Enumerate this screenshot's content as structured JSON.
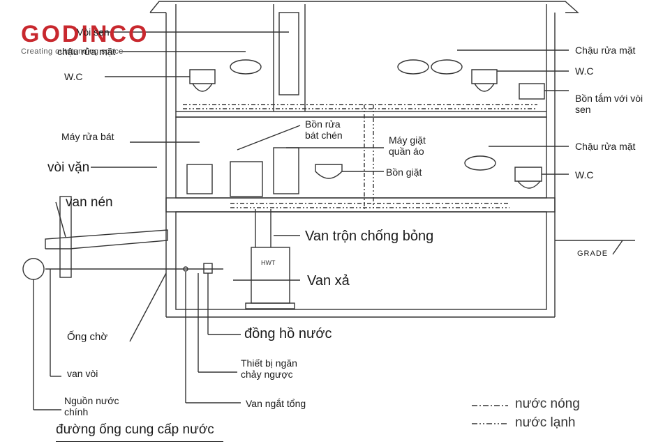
{
  "logo": {
    "brand": "GODINCO",
    "tagline": "Creating outstanding space"
  },
  "labels": {
    "voi_sen_top": "Vòi sen",
    "chau_rua_mat_top_left": "chậu rửa mặt",
    "wc_top_left": "W.C",
    "chau_rua_mat_top_right": "Chậu rửa mặt",
    "wc_top_right": "W.C",
    "bon_tam": "Bồn tắm với vòi sen",
    "may_rua_bat": "Máy rửa bát",
    "bon_rua_bat_chen": "Bồn rửa bát chén",
    "may_giat": "Máy giặt quần áo",
    "bon_giat": "Bồn giặt",
    "chau_rua_mat_mid": "Chậu rửa mặt",
    "wc_mid": "W.C",
    "voi_van": "vòi vặn",
    "van_nen": "van nén",
    "van_tron": "Van trộn chống bỏng",
    "hwt": "HWT",
    "van_xa": "Van xả",
    "grade": "GRADE",
    "ong_cho": "Ống chờ",
    "dong_ho_nuoc": "đồng hồ nước",
    "thiet_bi_ngan": "Thiết bị ngăn chảy ngược",
    "van_voi": "van vòi",
    "nguon_nuoc": "Nguồn nước chính",
    "van_ngat_tong": "Van ngắt tổng"
  },
  "legend": {
    "hot": "nước nóng",
    "cold": "nước lạnh"
  },
  "caption": "đường ống cung cấp nước",
  "colors": {
    "line": "#333333",
    "logo_red": "#c8282e",
    "logo_blue": "#2a6fb5"
  }
}
